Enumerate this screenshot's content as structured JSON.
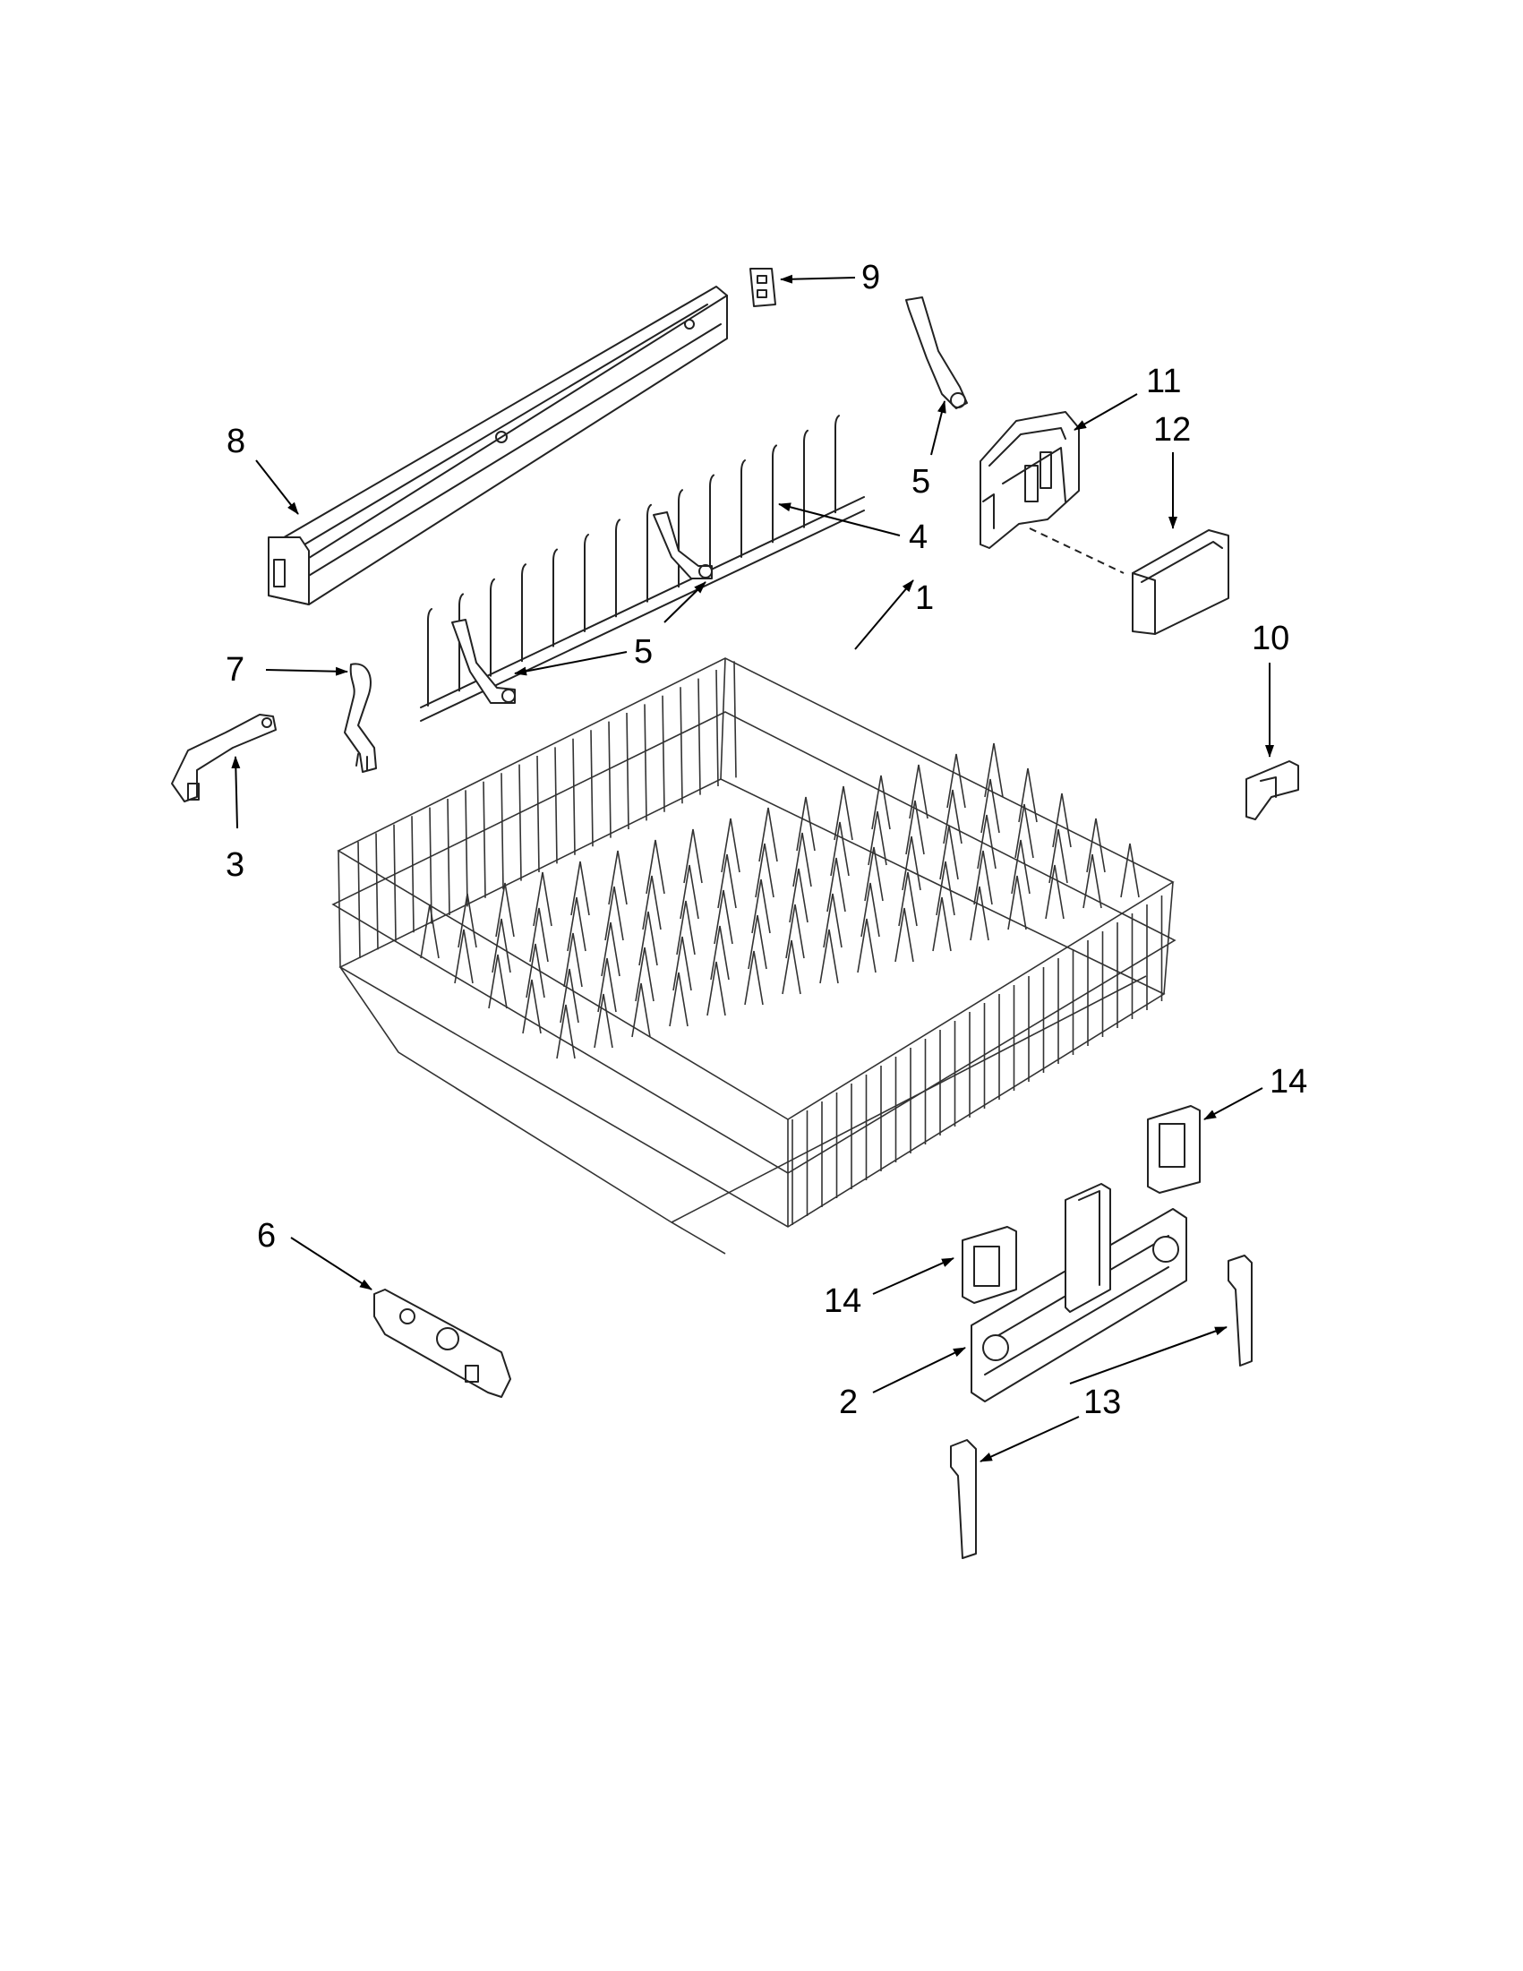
{
  "callouts": [
    {
      "id": "c1",
      "text": "1"
    },
    {
      "id": "c2",
      "text": "2"
    },
    {
      "id": "c3",
      "text": "3"
    },
    {
      "id": "c4",
      "text": "4"
    },
    {
      "id": "c5a",
      "text": "5"
    },
    {
      "id": "c5b",
      "text": "5"
    },
    {
      "id": "c6",
      "text": "6"
    },
    {
      "id": "c7",
      "text": "7"
    },
    {
      "id": "c8",
      "text": "8"
    },
    {
      "id": "c9",
      "text": "9"
    },
    {
      "id": "c10",
      "text": "10"
    },
    {
      "id": "c11",
      "text": "11"
    },
    {
      "id": "c12",
      "text": "12"
    },
    {
      "id": "c13",
      "text": "13"
    },
    {
      "id": "c14a",
      "text": "14"
    },
    {
      "id": "c14b",
      "text": "14"
    }
  ]
}
